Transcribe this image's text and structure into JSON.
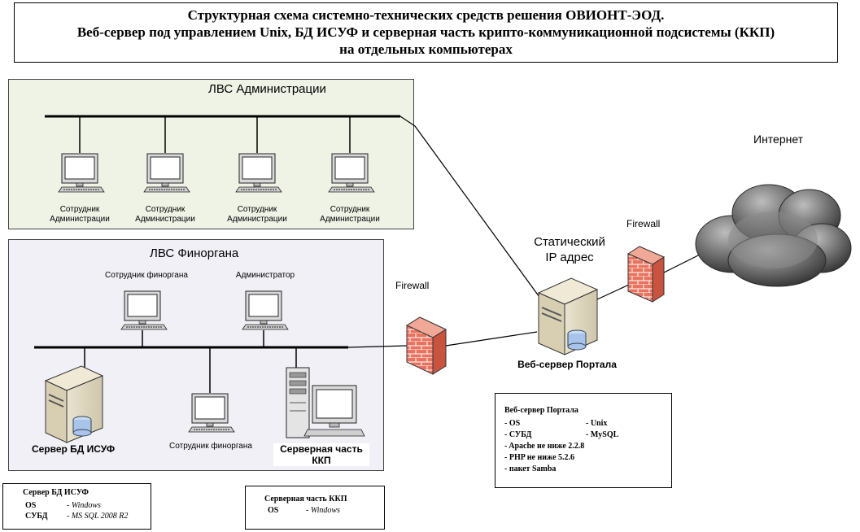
{
  "title": {
    "line1": "Структурная схема системно-технических средств решения ОВИОНТ-ЭОД.",
    "line2": "Веб-сервер под управлением Unix, БД ИСУФ и серверная часть крипто-коммуникационной подсистемы (ККП)",
    "line3": "на  отдельных компьютерах"
  },
  "lan_admin": {
    "label": "ЛВС Администрации",
    "workstations": [
      {
        "line1": "Сотрудник",
        "line2": "Администрации"
      },
      {
        "line1": "Сотрудник",
        "line2": "Администрации"
      },
      {
        "line1": "Сотрудник",
        "line2": "Администрации"
      },
      {
        "line1": "Сотрудник",
        "line2": "Администрации"
      }
    ]
  },
  "lan_fin": {
    "label": "ЛВС Финоргана",
    "employee_top": "Сотрудник финоргана",
    "administrator": "Администратор",
    "employee_bottom": "Сотрудник финоргана",
    "db_server": "Сервер БД ИСУФ",
    "kkp_server_line1": "Серверная часть",
    "kkp_server_line2": "ККП"
  },
  "internet": "Интернет",
  "firewall_left": "Firewall",
  "firewall_right": "Firewall",
  "static_ip_line1": "Статический",
  "static_ip_line2": "IP адрес",
  "web_server_label": "Веб-сервер Портала",
  "web_server_box": {
    "title": "Веб-сервер Портала",
    "os_key": "- OS",
    "os_val": "- Unix",
    "dbms_key": "- СУБД",
    "dbms_val": "- MySQL",
    "apache": "- Apache не ниже 2.2.8",
    "php": "- PHP не ниже 5.2.6",
    "samba": "- пакет Samba"
  },
  "db_box": {
    "title": "Сервер  БД  ИСУФ",
    "os_key": "OS",
    "os_val": "- Windows",
    "dbms_key": "СУБД",
    "dbms_val": "- MS SQL 2008 R2"
  },
  "kkp_box": {
    "title": "Серверная часть ККП",
    "os_key": "OS",
    "os_val": "- Windows"
  },
  "colors": {
    "admin_lan_bg": "#eef3e6",
    "fin_lan_bg": "#f1f0f6",
    "firewall": "#e8735f",
    "cloud": "#6c6c6c"
  }
}
